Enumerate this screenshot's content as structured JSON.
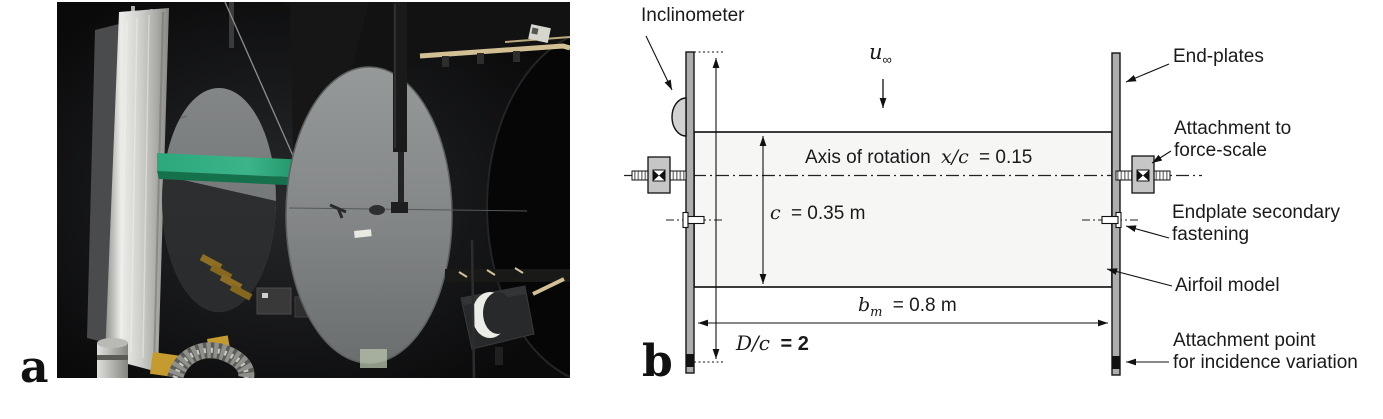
{
  "figure": {
    "panel_a": {
      "label": "a"
    },
    "panel_b": {
      "label": "b",
      "labels": {
        "inclinometer": "Inclinometer",
        "freestream_symbol": "u",
        "freestream_subscript": "∞",
        "axis_prefix": "Axis of rotation",
        "axis_math": "x/c",
        "axis_value": "= 0.15",
        "end_plates": "End-plates",
        "attachment_force_line1": "Attachment to",
        "attachment_force_line2": "force-scale",
        "chord_symbol": "c",
        "chord_value": "= 0.35 m",
        "secondary_line1": "Endplate secondary",
        "secondary_line2": "fastening",
        "airfoil_model": "Airfoil model",
        "span_symbol": "b",
        "span_subscript": "m",
        "span_value": "= 0.8 m",
        "ratio_math": "D/c",
        "ratio_value": "= 2",
        "incidence_line1": "Attachment point",
        "incidence_line2": "for incidence variation"
      },
      "colors": {
        "ink": "#1a1a1a",
        "plate_fill": "#adadad",
        "airfoil_fill": "#f6f6f5",
        "wing_green": "#2ba87c"
      }
    }
  }
}
